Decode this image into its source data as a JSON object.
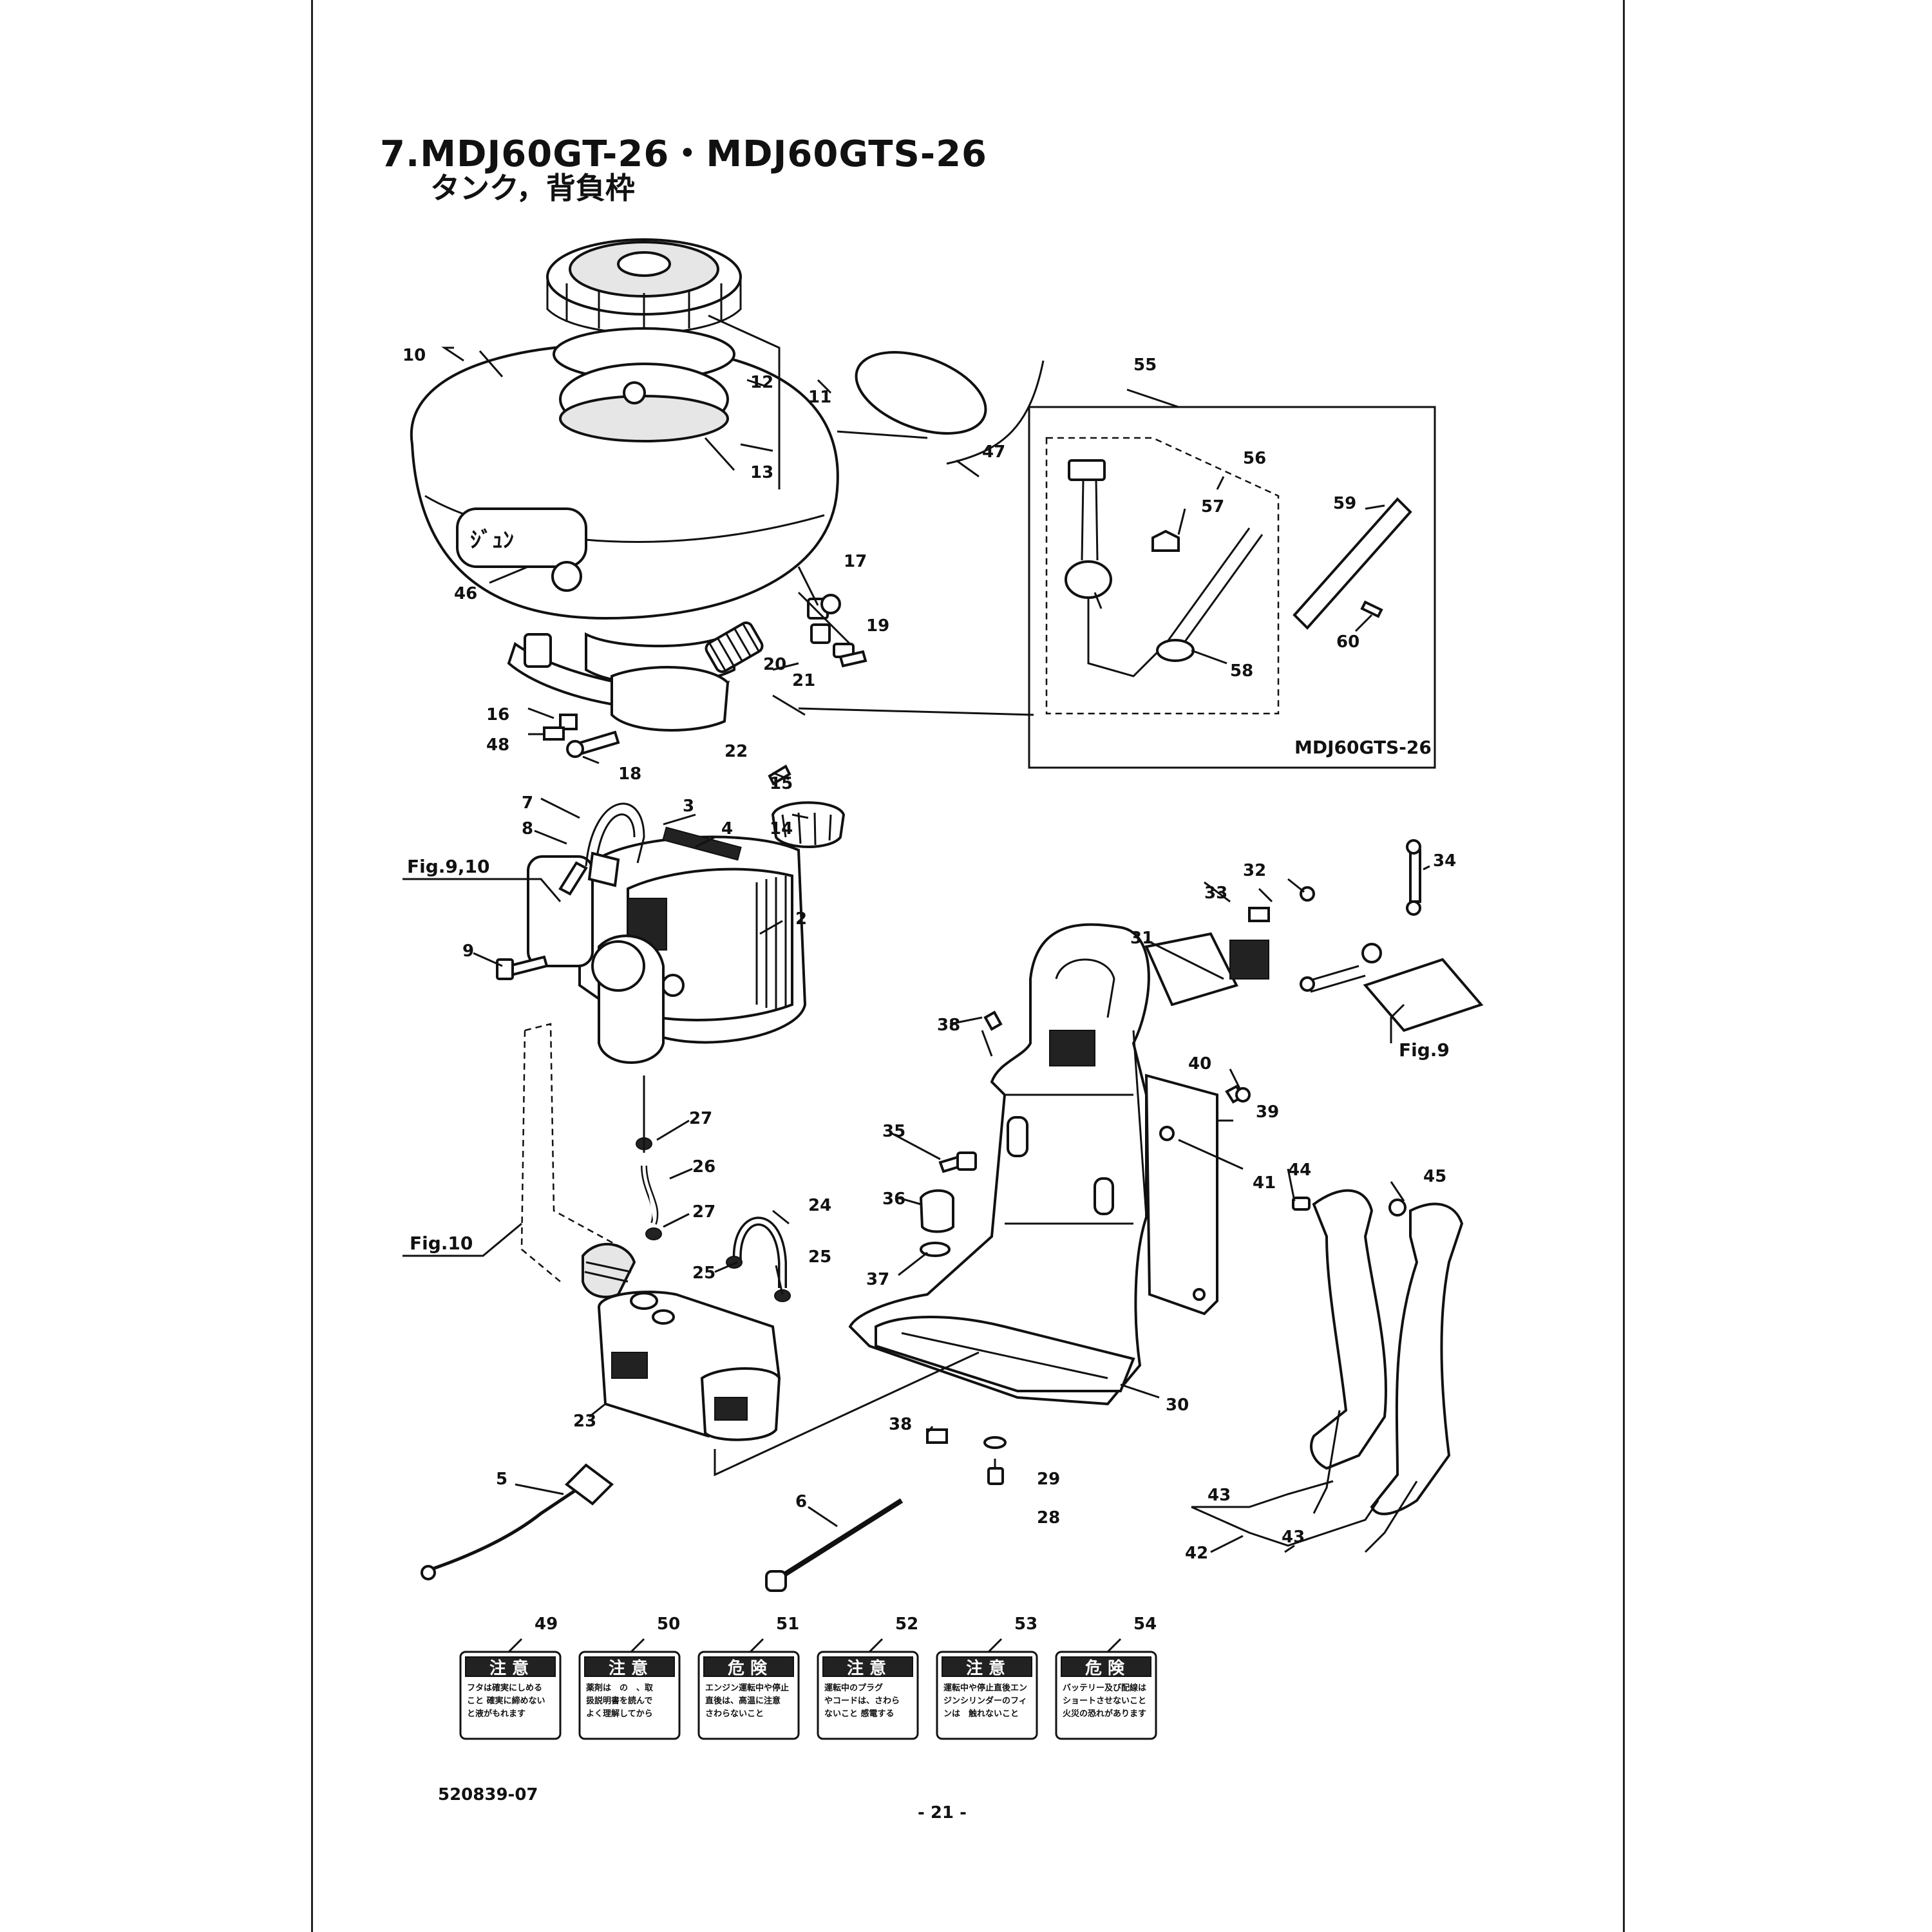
{
  "header": {
    "title": "7.MDJ60GT-26・MDJ60GTS-26",
    "subtitle": "タンク，背負枠"
  },
  "callouts": {
    "p2": "2",
    "p3": "3",
    "p4": "4",
    "p5": "5",
    "p6": "6",
    "p7": "7",
    "p8": "8",
    "p9": "9",
    "p10": "10",
    "p11": "11",
    "p12": "12",
    "p13": "13",
    "p14": "14",
    "p15": "15",
    "p16": "16",
    "p17": "17",
    "p18": "18",
    "p19": "19",
    "p20": "20",
    "p21": "21",
    "p22": "22",
    "p23": "23",
    "p24": "24",
    "p25a": "25",
    "p25b": "25",
    "p26": "26",
    "p27a": "27",
    "p27b": "27",
    "p28": "28",
    "p29": "29",
    "p30": "30",
    "p31": "31",
    "p32": "32",
    "p33": "33",
    "p34": "34",
    "p35": "35",
    "p36": "36",
    "p37": "37",
    "p38a": "38",
    "p38b": "38",
    "p39": "39",
    "p40": "40",
    "p41": "41",
    "p42": "42",
    "p43a": "43",
    "p43b": "43",
    "p44": "44",
    "p45": "45",
    "p46": "46",
    "p47": "47",
    "p48": "48",
    "p49": "49",
    "p50": "50",
    "p51": "51",
    "p52": "52",
    "p53": "53",
    "p54": "54",
    "p55": "55",
    "p56": "56",
    "p57": "57",
    "p58": "58",
    "p59": "59",
    "p60": "60"
  },
  "references": {
    "fig9_10": "Fig.9,10",
    "fig10": "Fig.10",
    "fig9": "Fig.9",
    "inset_model": "MDJ60GTS-26"
  },
  "warning_labels": [
    {
      "head": "注 意",
      "kind": "caution",
      "lines": [
        "フタは確実にしめる",
        "こと 確実に締めない",
        "と液がもれます"
      ]
    },
    {
      "head": "注 意",
      "kind": "caution",
      "lines": [
        "薬剤は　の　、取",
        "扱説明書を読んで",
        "よく理解してから"
      ]
    },
    {
      "head": "危 険",
      "kind": "danger",
      "lines": [
        "エンジン運転中や停止",
        "直後は、高温に注意",
        "さわらないこと"
      ]
    },
    {
      "head": "注 意",
      "kind": "caution",
      "lines": [
        "運転中のプラグ",
        "やコードは、さわら",
        "ないこと 感電する"
      ]
    },
    {
      "head": "注 意",
      "kind": "caution",
      "lines": [
        "運転中や停止直後エン",
        "ジンシリンダーのフィ",
        "ンは　触れないこと"
      ]
    },
    {
      "head": "危 険",
      "kind": "danger",
      "lines": [
        "バッテリー及び配線は",
        "ショートさせないこと",
        "火災の恐れがあります"
      ]
    }
  ],
  "footer": {
    "doc_code": "520839-07",
    "page_number": "- 21 -"
  }
}
